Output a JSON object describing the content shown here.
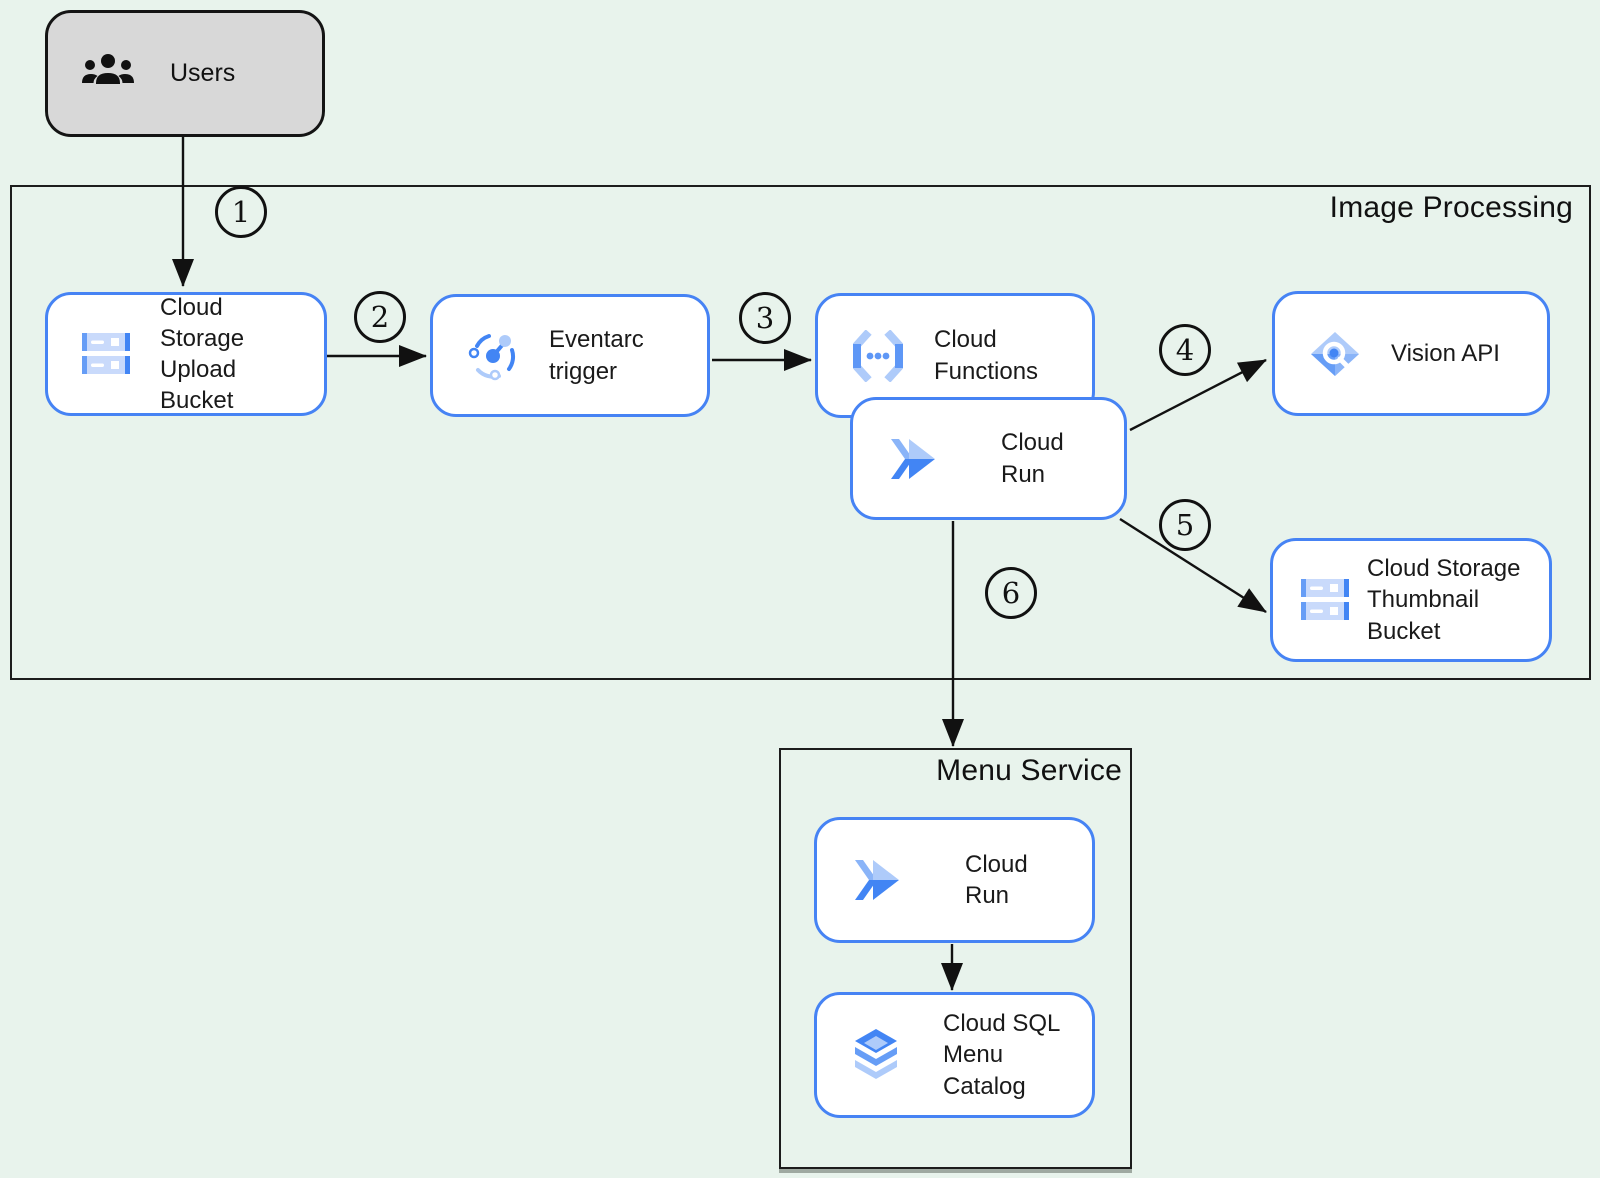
{
  "colors": {
    "background": "#e8f3ec",
    "node_border": "#4683f4",
    "node_fill": "#ffffff",
    "users_fill": "#d8d8d8",
    "line": "#111111",
    "icon_blue_dark": "#4285f4",
    "icon_blue_mid": "#669df6",
    "icon_blue_light": "#aecbfa"
  },
  "users": {
    "label": "Users"
  },
  "containers": {
    "image_processing": {
      "label": "Image Processing"
    },
    "menu_service": {
      "label": "Menu Service"
    }
  },
  "nodes": {
    "upload_bucket": {
      "line1": "Cloud Storage",
      "line2": "Upload Bucket",
      "icon": "cloud-storage-icon"
    },
    "eventarc": {
      "line1": "Eventarc trigger",
      "line2": "",
      "icon": "eventarc-icon"
    },
    "functions": {
      "line1": "Cloud Functions",
      "line2": "",
      "icon": "cloud-functions-icon"
    },
    "run_image": {
      "line1": "Cloud Run",
      "line2": "",
      "icon": "cloud-run-icon"
    },
    "vision": {
      "line1": "Vision API",
      "line2": "",
      "icon": "vision-api-icon"
    },
    "thumbnail_bucket": {
      "line1": "Cloud Storage",
      "line2": "Thumbnail Bucket",
      "icon": "cloud-storage-icon"
    },
    "run_menu": {
      "line1": "Cloud Run",
      "line2": "",
      "icon": "cloud-run-icon"
    },
    "sql": {
      "line1": "Cloud SQL",
      "line2": "Menu Catalog",
      "icon": "cloud-sql-icon"
    }
  },
  "edges": [
    {
      "step": "1",
      "from": "Users",
      "to": "Cloud Storage Upload Bucket"
    },
    {
      "step": "2",
      "from": "Cloud Storage Upload Bucket",
      "to": "Eventarc trigger"
    },
    {
      "step": "3",
      "from": "Eventarc trigger",
      "to": "Cloud Functions"
    },
    {
      "step": "4",
      "from": "Cloud Run (Image Processing)",
      "to": "Vision API"
    },
    {
      "step": "5",
      "from": "Cloud Run (Image Processing)",
      "to": "Cloud Storage Thumbnail Bucket"
    },
    {
      "step": "6",
      "from": "Cloud Run (Image Processing)",
      "to": "Menu Service"
    },
    {
      "step": "",
      "from": "Cloud Run (Menu Service)",
      "to": "Cloud SQL Menu Catalog"
    }
  ]
}
